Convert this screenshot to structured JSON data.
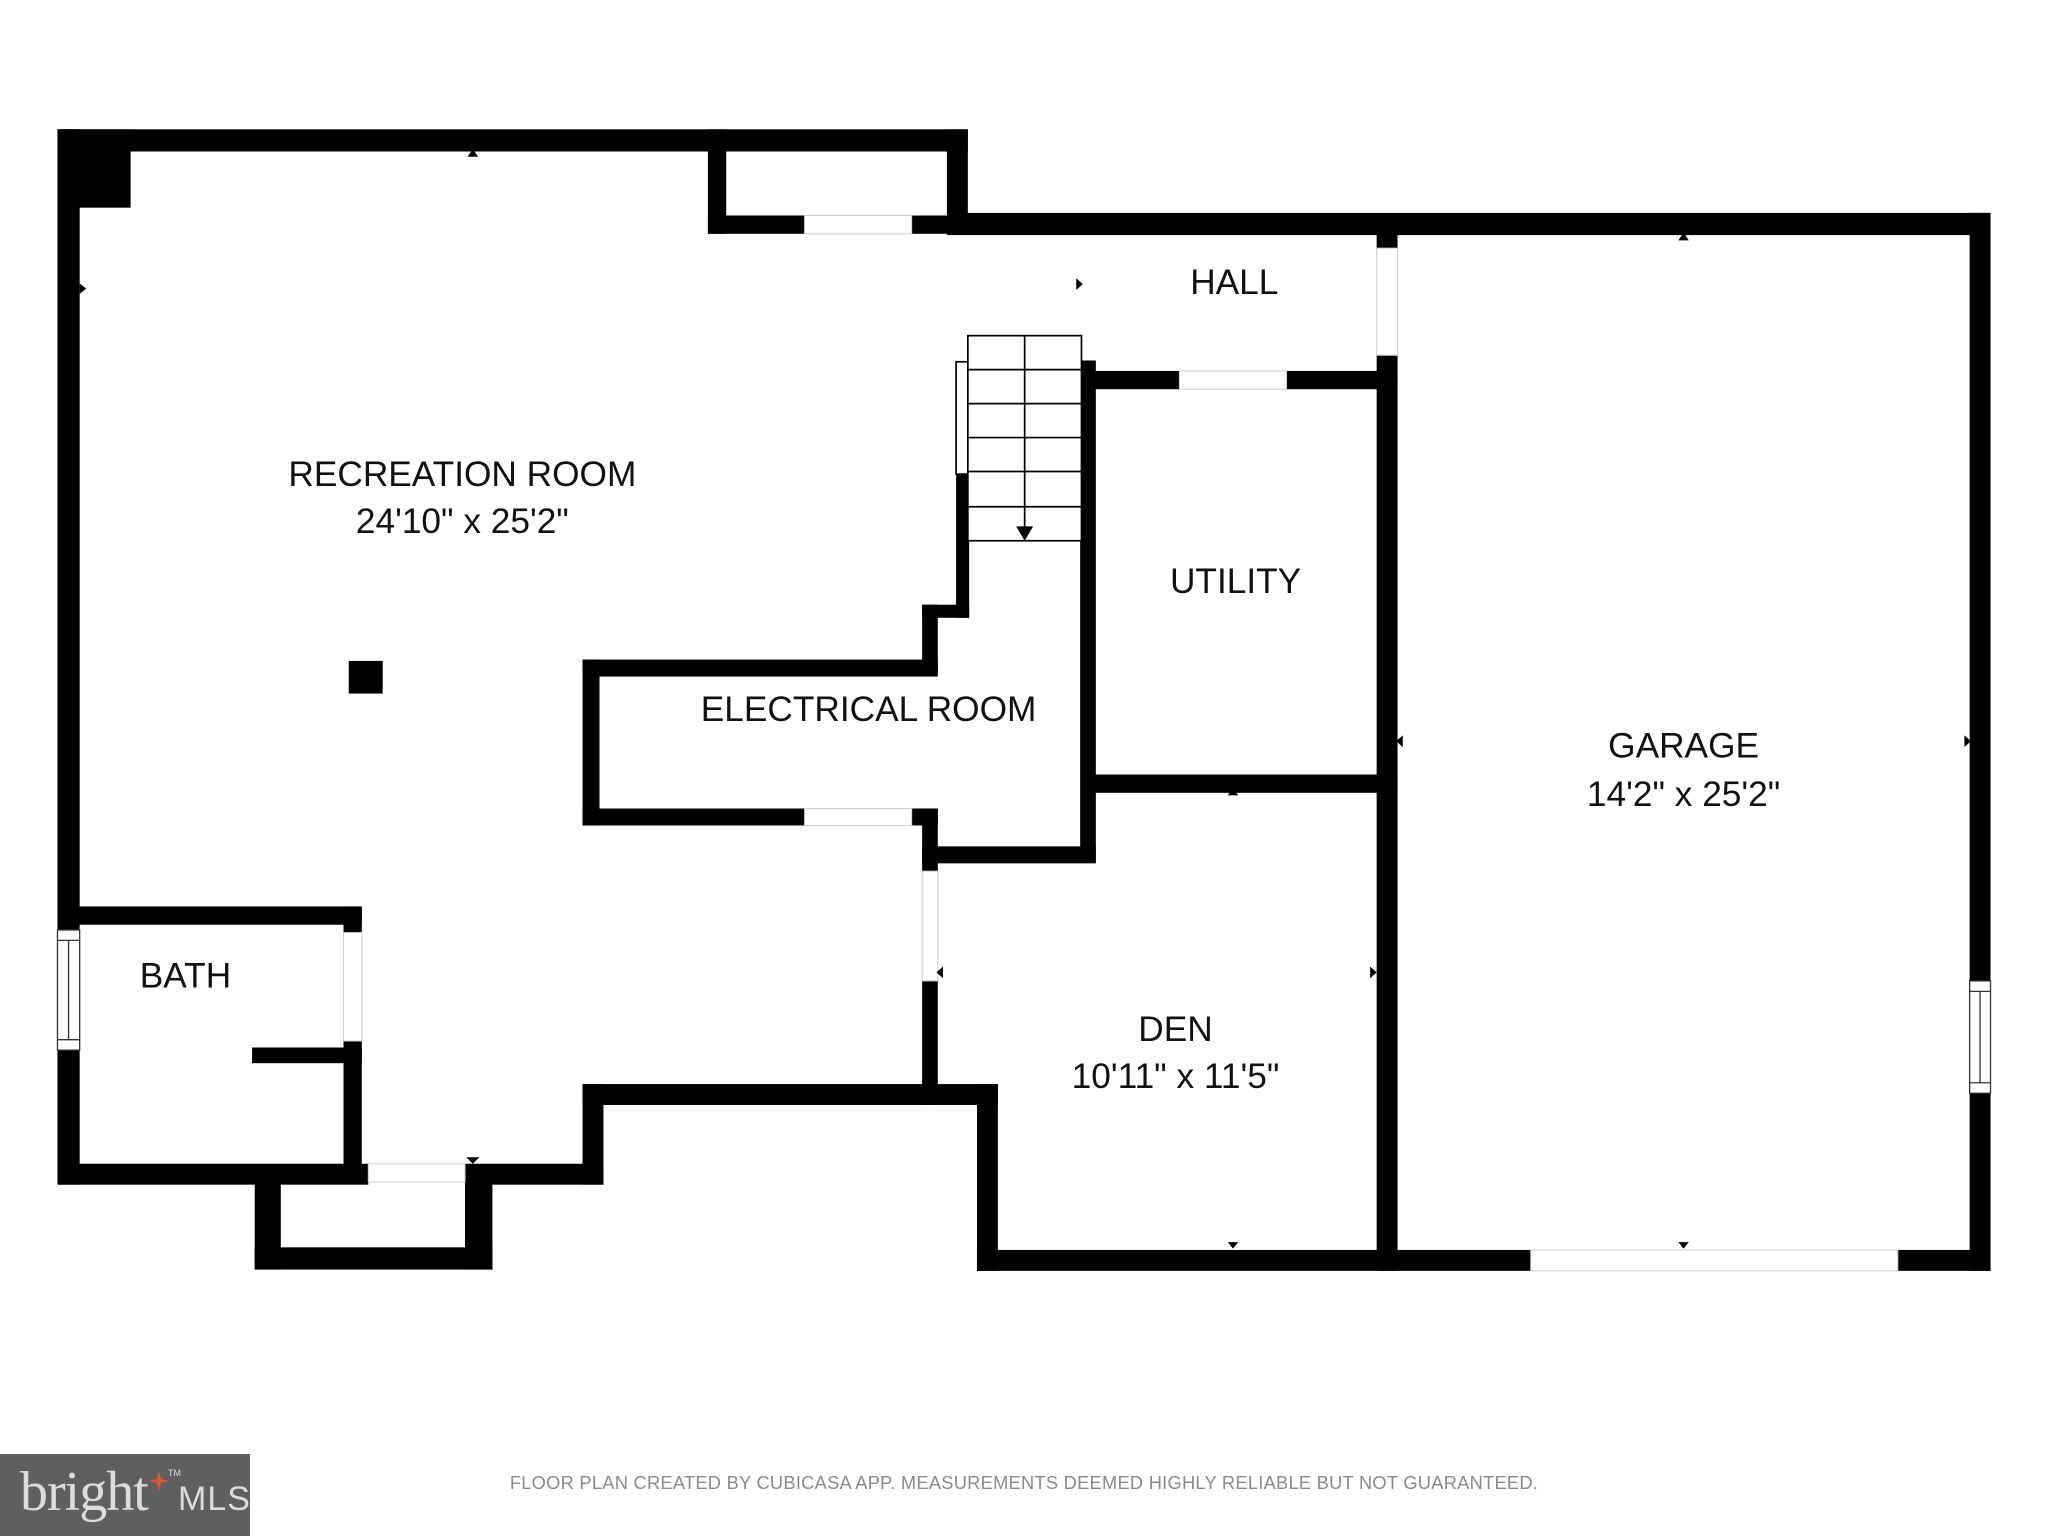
{
  "floorplan": {
    "rooms": [
      {
        "id": "recreation-room",
        "name": "RECREATION ROOM",
        "dimensions": "24'10\" x 25'2\""
      },
      {
        "id": "hall",
        "name": "HALL",
        "dimensions": ""
      },
      {
        "id": "utility",
        "name": "UTILITY",
        "dimensions": ""
      },
      {
        "id": "electrical-room",
        "name": "ELECTRICAL ROOM",
        "dimensions": ""
      },
      {
        "id": "garage",
        "name": "GARAGE",
        "dimensions": "14'2\" x 25'2\""
      },
      {
        "id": "bath",
        "name": "BATH",
        "dimensions": ""
      },
      {
        "id": "den",
        "name": "DEN",
        "dimensions": "10'11\" x 11'5\""
      }
    ],
    "stairs": {
      "direction": "down",
      "steps": 6
    },
    "colors": {
      "wall": "#000000",
      "background": "#ffffff",
      "note": "#8a8a8a",
      "logo_bg": "#5f5f5f",
      "logo_star": "#e05a2b"
    }
  },
  "footer": {
    "disclaimer": "FLOOR PLAN CREATED BY CUBICASA APP. MEASUREMENTS DEEMED HIGHLY RELIABLE BUT NOT GUARANTEED."
  },
  "logo": {
    "brand": "bright",
    "suffix": "MLS",
    "trademark": "TM"
  }
}
